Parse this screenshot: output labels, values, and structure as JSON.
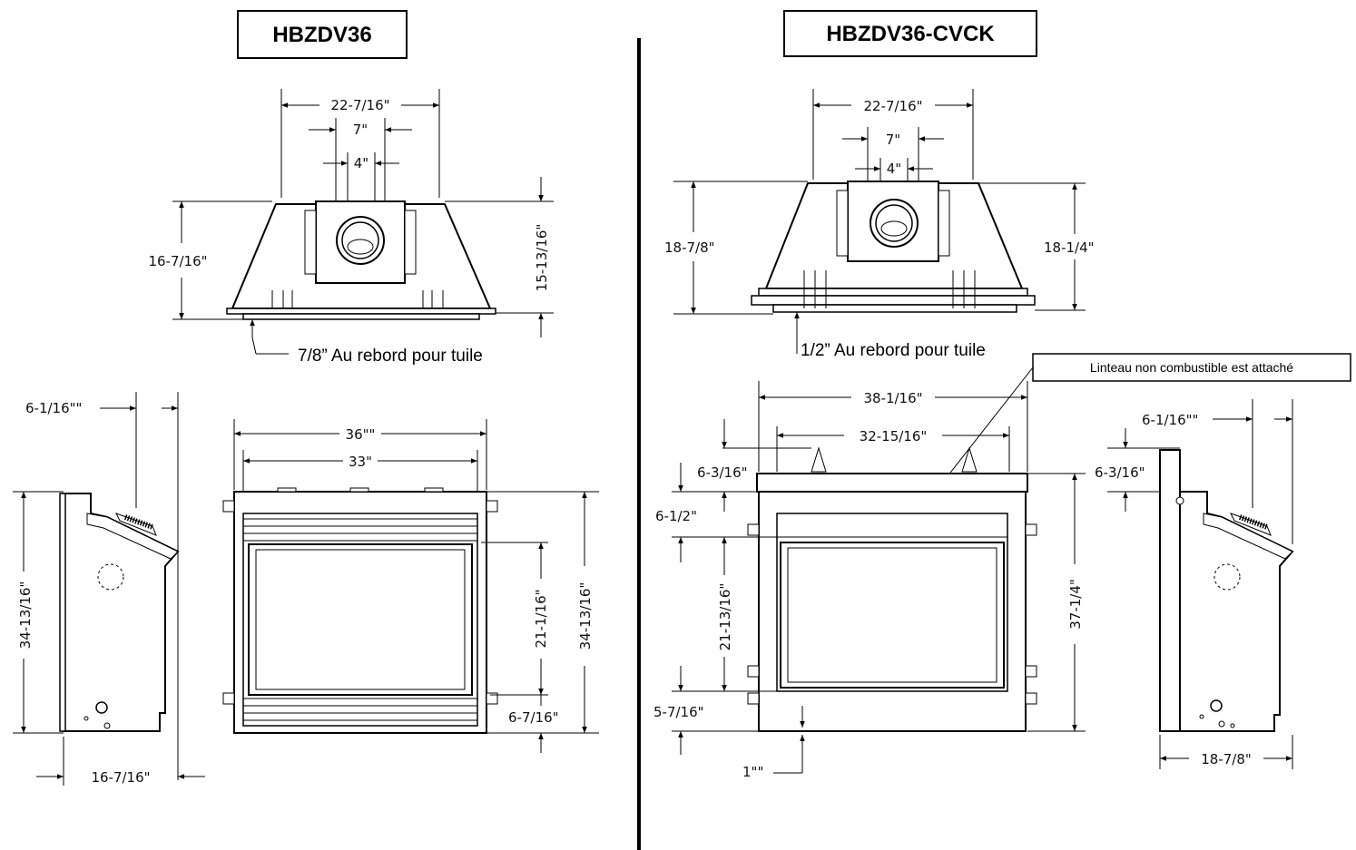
{
  "left": {
    "title": "HBZDV36",
    "top_view": {
      "width": "22-7/16\"",
      "pipe_outer": "7\"",
      "pipe_inner": "4\"",
      "depth_left": "16-7/16\"",
      "depth_right": "15-13/16\"",
      "note": "7/8” Au rebord pour tuile"
    },
    "side_view": {
      "top_offset": "6-1/16\"\"",
      "height": "34-13/16\"",
      "depth": "16-7/16\""
    },
    "front_view": {
      "outer_width": "36\"\"",
      "inner_width": "33\"",
      "glass_height": "21-1/16\"",
      "total_height": "34-13/16\"",
      "bottom_offset": "6-7/16\""
    }
  },
  "right": {
    "title": "HBZDV36-CVCK",
    "top_view": {
      "width": "22-7/16\"",
      "pipe_outer": "7\"",
      "pipe_inner": "4\"",
      "depth_left": "18-7/8\"",
      "depth_right": "18-1/4\"",
      "note": "1/2” Au rebord pour tuile"
    },
    "callout": "Linteau non combustible est attaché",
    "front_view": {
      "outer_width": "38-1/16\"",
      "inner_width": "32-15/16\"",
      "lintel_height": "6-3/16\"",
      "upper_gap": "6-1/2\"",
      "glass_height": "21-13/16\"",
      "bottom_offset": "5-7/16\"",
      "base_gap": "1\"\"",
      "total_height": "37-1/4\"",
      "right_lintel": "6-3/16\""
    },
    "side_view": {
      "top_offset": "6-1/16\"\"",
      "depth": "18-7/8\""
    }
  }
}
